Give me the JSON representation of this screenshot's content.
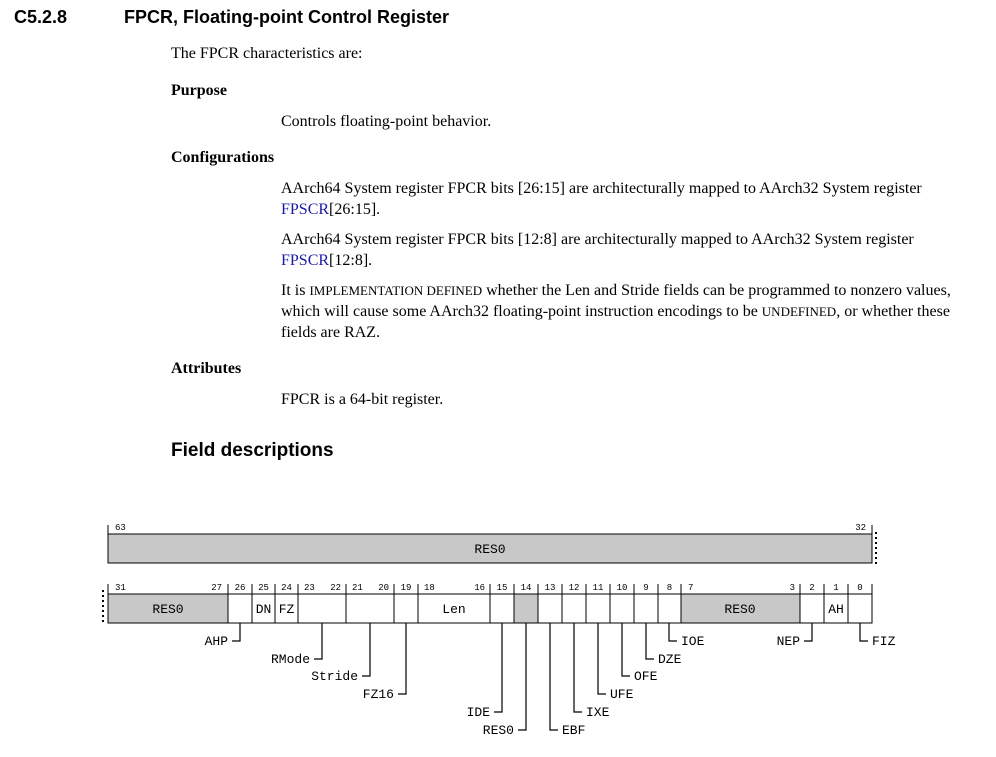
{
  "section": {
    "number": "C5.2.8",
    "title": "FPCR, Floating-point Control Register"
  },
  "intro": "The FPCR characteristics are:",
  "purpose": {
    "heading": "Purpose",
    "text": "Controls floating-point behavior."
  },
  "configurations": {
    "heading": "Configurations",
    "p1_a": "AArch64 System register FPCR bits [26:15] are architecturally mapped to AArch32 System register",
    "p1_link": "FPSCR",
    "p1_b": "[26:15].",
    "p2_a": "AArch64 System register FPCR bits [12:8] are architecturally mapped to AArch32 System register",
    "p2_link": "FPSCR",
    "p2_b": "[12:8].",
    "p3_a": "It is ",
    "p3_sc1": "IMPLEMENTATION DEFINED",
    "p3_b": " whether the Len and Stride fields can be programmed to nonzero values, which will cause some AArch32 floating-point instruction encodings to be ",
    "p3_sc2": "UNDEFINED",
    "p3_c": ", or whether these fields are RAZ."
  },
  "attributes": {
    "heading": "Attributes",
    "text": "FPCR is a 64-bit register."
  },
  "field_descriptions": {
    "heading": "Field descriptions"
  },
  "diagram": {
    "upper_bits": {
      "high": "63",
      "low": "32"
    },
    "upper_field": "RES0",
    "bit_numbers": [
      "31",
      "27",
      "26",
      "25",
      "24",
      "23",
      "22",
      "21",
      "20",
      "19",
      "18",
      "16",
      "15",
      "14",
      "13",
      "12",
      "11",
      "10",
      "9",
      "8",
      "7",
      "3",
      "2",
      "1",
      "0"
    ],
    "field_labels": {
      "res0_high": "RES0",
      "dn": "DN",
      "fz": "FZ",
      "len": "Len",
      "res0_mid": "RES0",
      "ah": "AH"
    },
    "callouts": {
      "ahp": "AHP",
      "rmode": "RMode",
      "stride": "Stride",
      "fz16": "FZ16",
      "ide": "IDE",
      "res0": "RES0",
      "ebf": "EBF",
      "ixe": "IXE",
      "ufe": "UFE",
      "ofe": "OFE",
      "dze": "DZE",
      "ioe": "IOE",
      "nep": "NEP",
      "fiz": "FIZ"
    }
  }
}
